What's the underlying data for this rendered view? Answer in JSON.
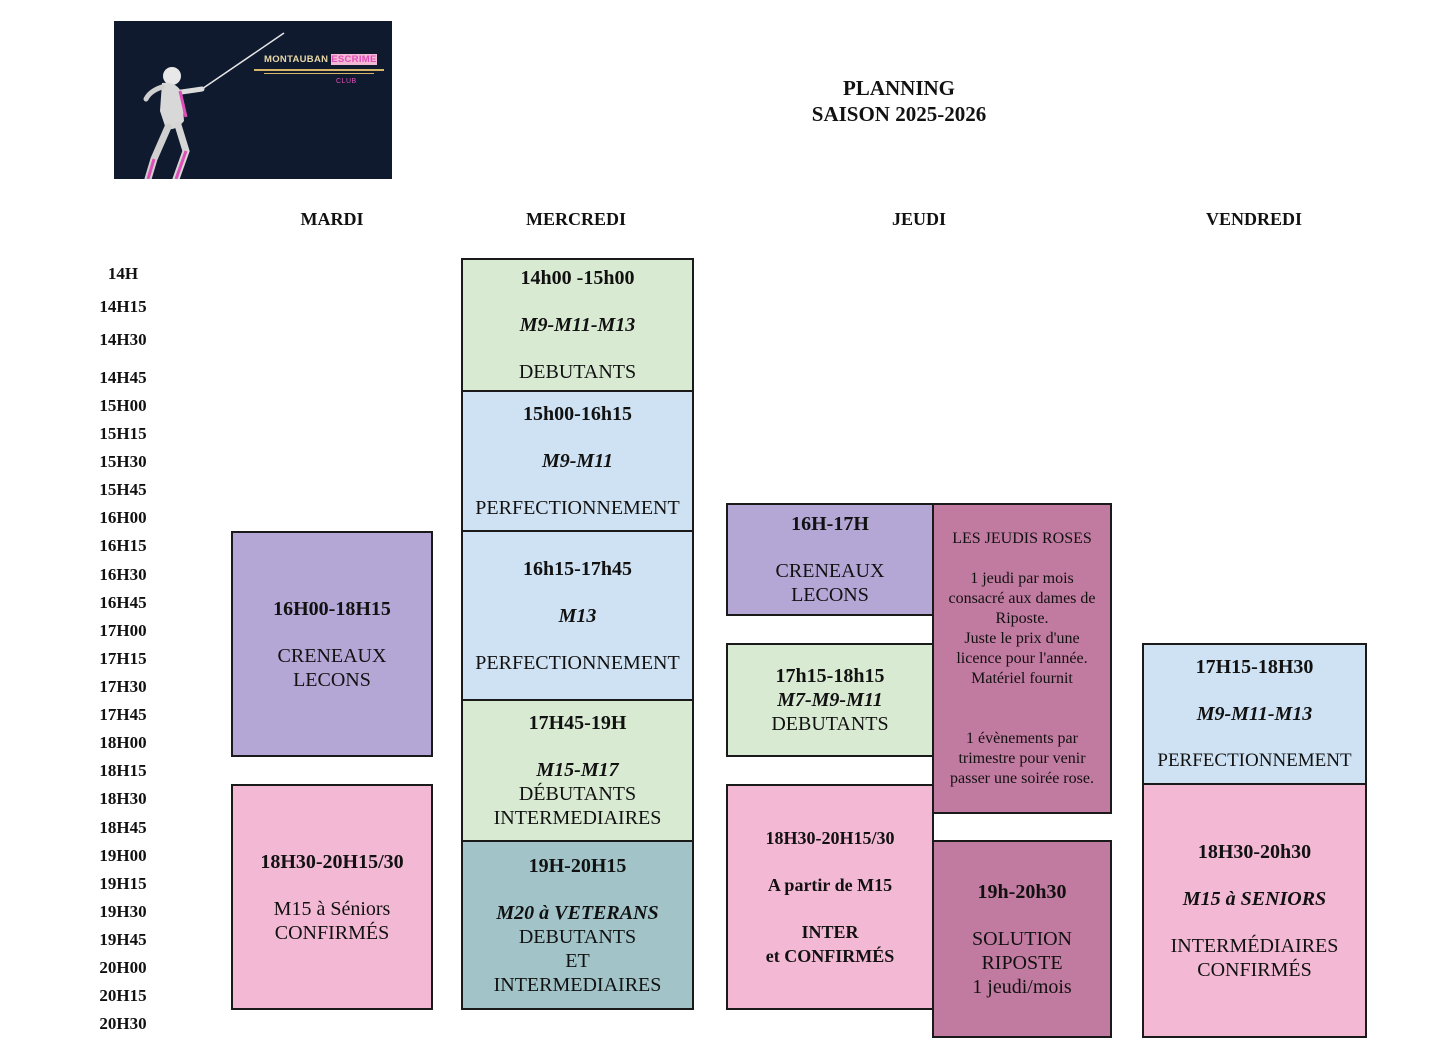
{
  "logo": {
    "line1_a": "MONTAUBAN",
    "line1_b": "ESCRIME",
    "line2": "CLUB"
  },
  "header": {
    "title": "PLANNING",
    "season": "SAISON 2025-2026"
  },
  "days": [
    "MARDI",
    "MERCREDI",
    "JEUDI",
    "VENDREDI"
  ],
  "times": [
    "14H",
    "14H15",
    "14H30",
    "14H45",
    "15H00",
    "15H15",
    "15H30",
    "15H45",
    "16H00",
    "16H15",
    "16H30",
    "16H45",
    "17H00",
    "17H15",
    "17H30",
    "17H45",
    "18H00",
    "18H15",
    "18H30",
    "18H45",
    "19H00",
    "19H15",
    "19H30",
    "19H45",
    "20H00",
    "20H15",
    "20H30"
  ],
  "mardi": {
    "b1": {
      "time": "16H00-18H15",
      "l1": "CRENEAUX",
      "l2": "LECONS"
    },
    "b2": {
      "time": "18H30-20H15/30",
      "l1": "M15 à Séniors",
      "l2": "CONFIRMÉS"
    }
  },
  "mercredi": {
    "b1": {
      "time": "14h00 -15h00",
      "cat": "M9-M11-M13",
      "level": "DEBUTANTS"
    },
    "b2": {
      "time": "15h00-16h15",
      "cat": "M9-M11",
      "level": "PERFECTIONNEMENT"
    },
    "b3": {
      "time": "16h15-17h45",
      "cat": "M13",
      "level": "PERFECTIONNEMENT"
    },
    "b4": {
      "time": "17H45-19H",
      "cat": "M15-M17",
      "l1": "DÉBUTANTS",
      "l2": "INTERMEDIAIRES"
    },
    "b5": {
      "time": "19H-20H15",
      "cat": "M20 à VETERANS",
      "l1": "DEBUTANTS",
      "l2": "ET",
      "l3": "INTERMEDIAIRES"
    }
  },
  "jeudi": {
    "b1": {
      "time": "16H-17H",
      "l1": "CRENEAUX",
      "l2": "LECONS"
    },
    "b2": {
      "time": "17h15-18h15",
      "cat": "M7-M9-M11",
      "level": "DEBUTANTS"
    },
    "b3": {
      "time": "18H30-20H15/30",
      "l1": "A partir de M15",
      "l2": "INTER",
      "l3": "et CONFIRMÉS"
    },
    "roses": {
      "title": "LES JEUDIS ROSES",
      "p1": "1 jeudi par mois",
      "p2": "consacré aux dames de",
      "p3": "Riposte.",
      "p4": "Juste le prix d'une",
      "p5": "licence pour l'année.",
      "p6": "Matériel fournit",
      "p7": "1 évènements par",
      "p8": "trimestre pour venir",
      "p9": "passer une soirée rose."
    },
    "riposte": {
      "time": "19h-20h30",
      "l1": "SOLUTION",
      "l2": "RIPOSTE",
      "l3": "1 jeudi/mois"
    }
  },
  "vendredi": {
    "b1": {
      "time": "17H15-18H30",
      "cat": "M9-M11-M13",
      "level": "PERFECTIONNEMENT"
    },
    "b2": {
      "time": "18H30-20h30",
      "cat": "M15 à SENIORS",
      "l1": "INTERMÉDIAIRES",
      "l2": "CONFIRMÉS"
    }
  },
  "colors": {
    "purple": "#b4a7d6",
    "pink": "#f3b9d4",
    "green": "#d9ead3",
    "blue": "#cfe2f3",
    "teal": "#a2c4c9",
    "rose": "#c27ba0",
    "logo_bg": "#0f1a2e"
  }
}
